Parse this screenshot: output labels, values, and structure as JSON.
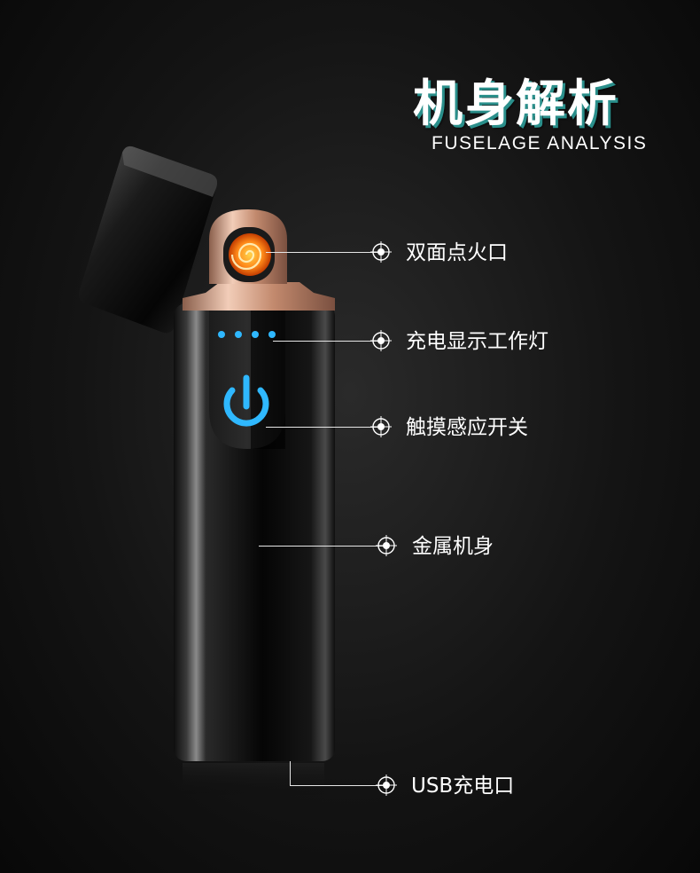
{
  "title": {
    "zh": "机身解析",
    "en": "FUSELAGE ANALYSIS"
  },
  "callouts": [
    {
      "label": "双面点火口"
    },
    {
      "label": "充电显示工作灯"
    },
    {
      "label": "触摸感应开关"
    },
    {
      "label": "金属机身"
    },
    {
      "label": "USB充电口"
    }
  ],
  "colors": {
    "title_shadow": "#2a8f8b",
    "indicator_blue": "#2fb8ff",
    "coil_orange": "#ff8a1a",
    "rose_gold": "#d9a58a"
  },
  "icons": {
    "power": "power-icon",
    "target": "crosshair-target-icon"
  }
}
